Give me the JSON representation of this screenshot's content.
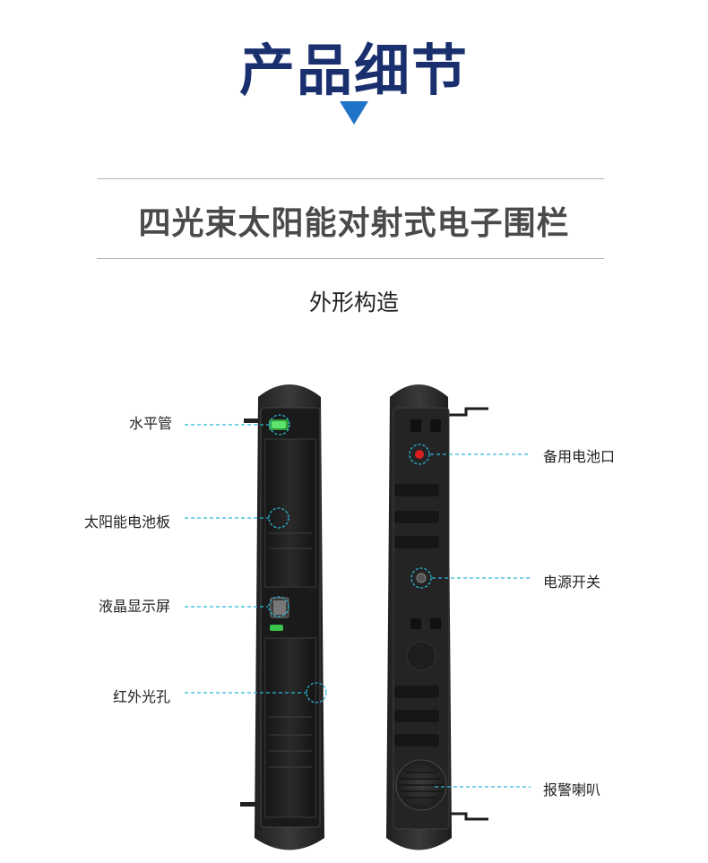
{
  "header": {
    "title": "产品细节"
  },
  "product": {
    "name": "四光束太阳能对射式电子围栏"
  },
  "section": {
    "title": "外形构造"
  },
  "front_view": {
    "callouts": [
      {
        "label": "水平管"
      },
      {
        "label": "太阳能电池板"
      },
      {
        "label": "液晶显示屏"
      },
      {
        "label": "红外光孔"
      }
    ]
  },
  "back_view": {
    "callouts": [
      {
        "label": "备用电池口"
      },
      {
        "label": "电源开关"
      },
      {
        "label": "报警喇叭"
      }
    ]
  },
  "colors": {
    "title_navy": "#1a2f6e",
    "arrow_blue": "#1f74c9",
    "callout_cyan": "#2bb7d6",
    "device_body": "#2b2b2b",
    "battery_port_red": "#d81e1e",
    "indicator_green": "#39c24a"
  },
  "icons": {
    "section_arrow": "down-triangle-icon"
  }
}
